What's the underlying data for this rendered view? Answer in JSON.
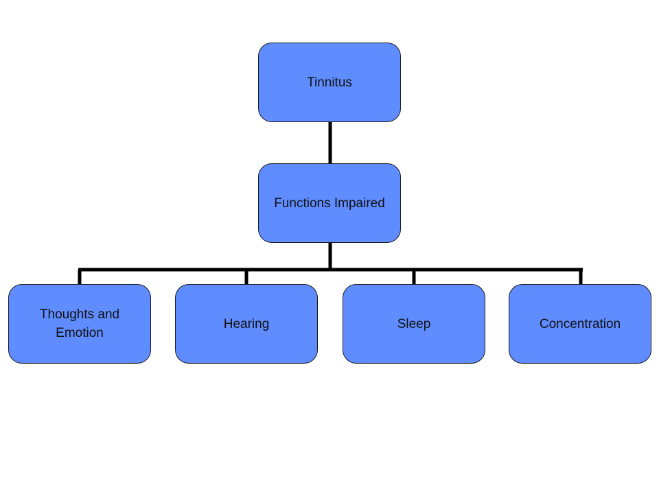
{
  "colors": {
    "node_fill": "#5f8cff",
    "node_border": "#1a1a1a",
    "connector": "#000000"
  },
  "diagram": {
    "root": {
      "label": "Tinnitus"
    },
    "middle": {
      "label": "Functions Impaired"
    },
    "children": [
      {
        "label": "Thoughts and Emotion"
      },
      {
        "label": "Hearing"
      },
      {
        "label": "Sleep"
      },
      {
        "label": "Concentration"
      }
    ]
  }
}
